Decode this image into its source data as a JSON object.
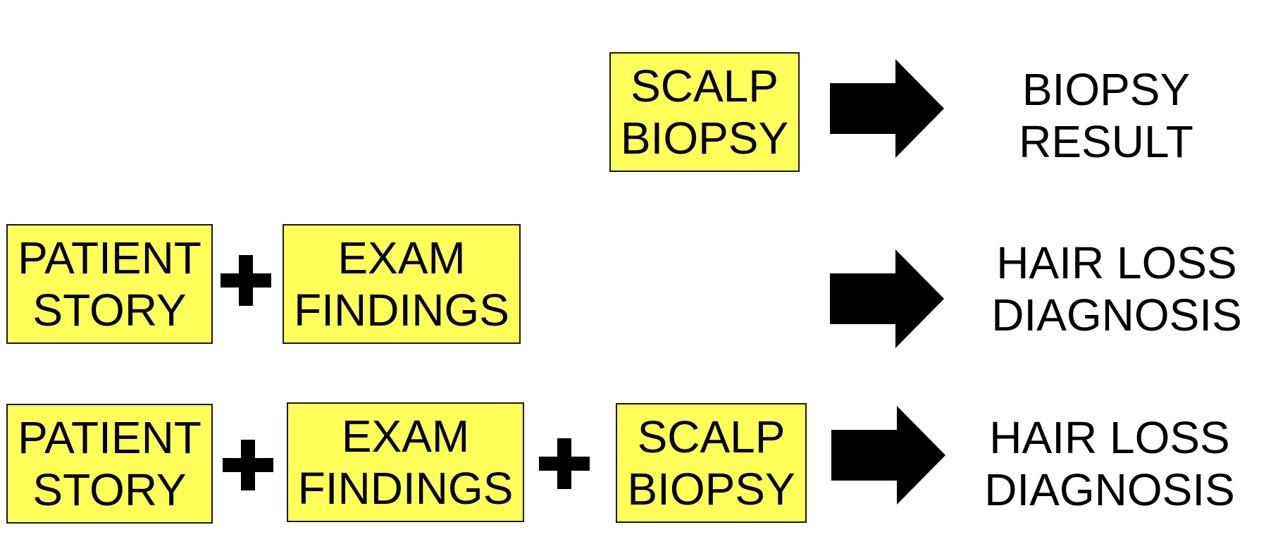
{
  "colors": {
    "box_fill": "#ffff5a",
    "box_border": "#1a1a1a",
    "arrow": "#000000",
    "text": "#000000"
  },
  "rows": [
    {
      "inputs": [
        {
          "line1": "SCALP",
          "line2": "BIOPSY"
        }
      ],
      "result": {
        "line1": "BIOPSY",
        "line2": "RESULT"
      }
    },
    {
      "inputs": [
        {
          "line1": "PATIENT",
          "line2": "STORY"
        },
        {
          "line1": "EXAM",
          "line2": "FINDINGS"
        }
      ],
      "result": {
        "line1": "HAIR LOSS",
        "line2": "DIAGNOSIS"
      }
    },
    {
      "inputs": [
        {
          "line1": "PATIENT",
          "line2": "STORY"
        },
        {
          "line1": "EXAM",
          "line2": "FINDINGS"
        },
        {
          "line1": "SCALP",
          "line2": "BIOPSY"
        }
      ],
      "result": {
        "line1": "HAIR LOSS",
        "line2": "DIAGNOSIS"
      }
    }
  ]
}
